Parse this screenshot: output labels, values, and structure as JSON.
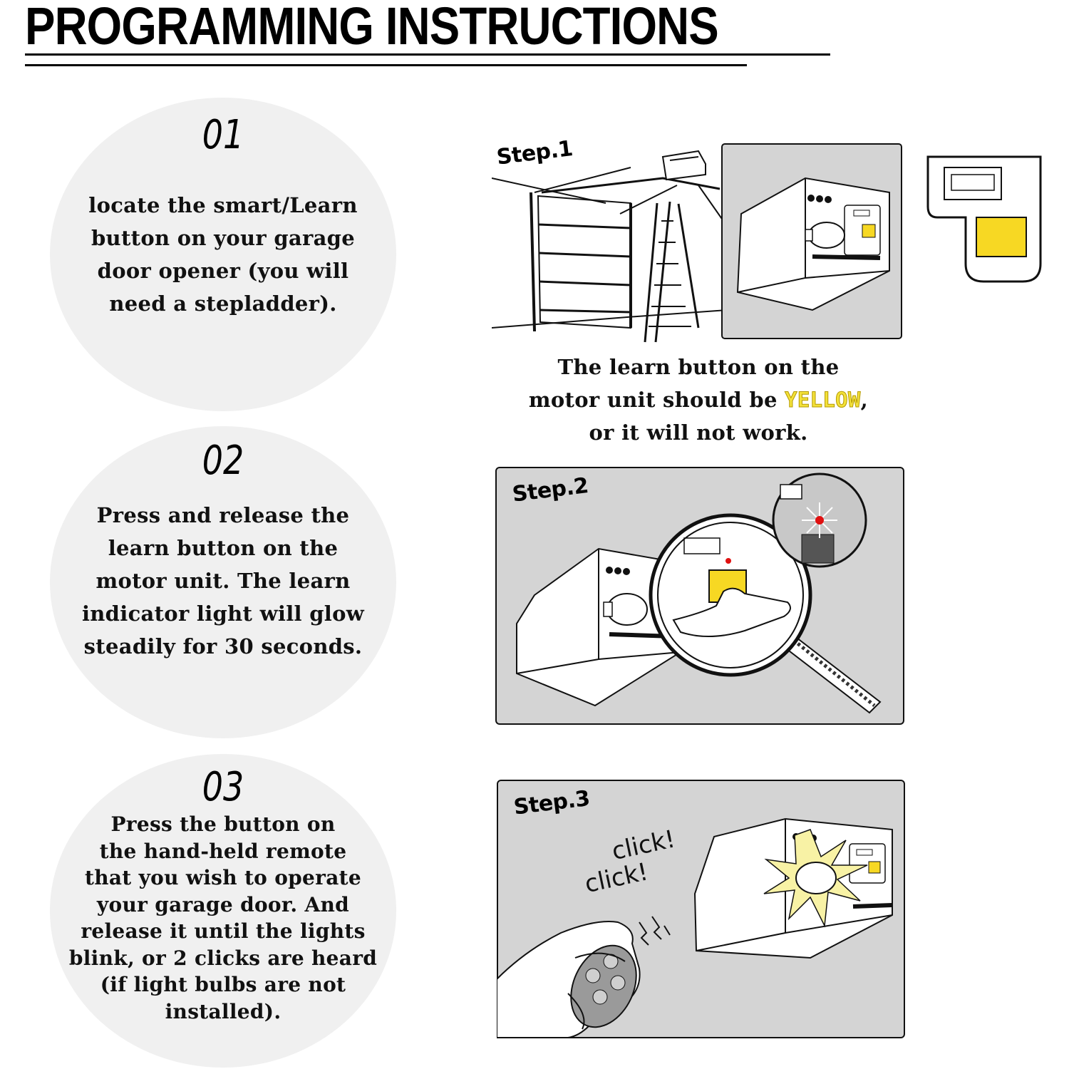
{
  "header": {
    "title": "PROGRAMMING INSTRUCTIONS"
  },
  "steps": [
    {
      "number": "01",
      "text": "locate the smart/Learn\nbutton on your garage\ndoor opener (you will\nneed a stepladder)."
    },
    {
      "number": "02",
      "text": "Press and release the\nlearn button on the\nmotor unit. The learn\nindicator light will glow\nsteadily for 30 seconds."
    },
    {
      "number": "03",
      "text": "Press the button on\nthe hand-held remote\nthat you wish to operate\nyour garage door. And\nrelease it until the lights\nblink, or 2 clicks are heard\n(if light bulbs are not\ninstalled)."
    }
  ],
  "panels": [
    {
      "label": "Step.1"
    },
    {
      "label": "Step.2"
    },
    {
      "label": "Step.3",
      "click_1": "click!",
      "click_2": "click!"
    }
  ],
  "caption": {
    "line1": "The learn button on the",
    "line2_start": "motor unit should be ",
    "highlight": "YELLOW",
    "line2_end": ",",
    "line3": "or it will not work."
  },
  "colors": {
    "learn_button": "#f7d823",
    "panel_bg": "#d4d4d4",
    "circle_bg": "#f0f0f0",
    "indicator_red": "#e01010"
  }
}
